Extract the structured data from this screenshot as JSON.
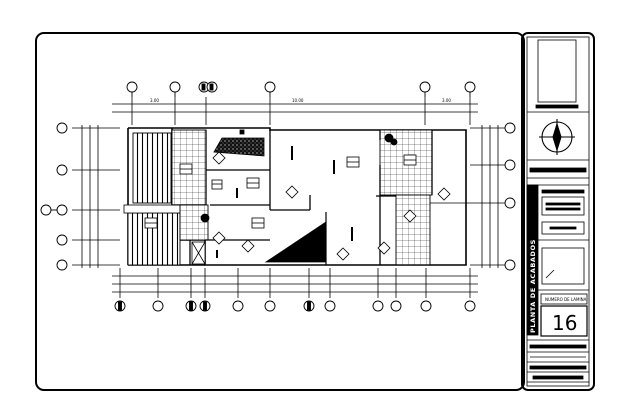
{
  "drawing": {
    "type": "architectural floor plan",
    "background": "#ffffff",
    "line_color": "#000000"
  },
  "title_block": {
    "sheet_label": "NUMERO DE LAMINA",
    "sheet_number": "16",
    "vertical_title": "PLANTA DE ACABADOS"
  }
}
